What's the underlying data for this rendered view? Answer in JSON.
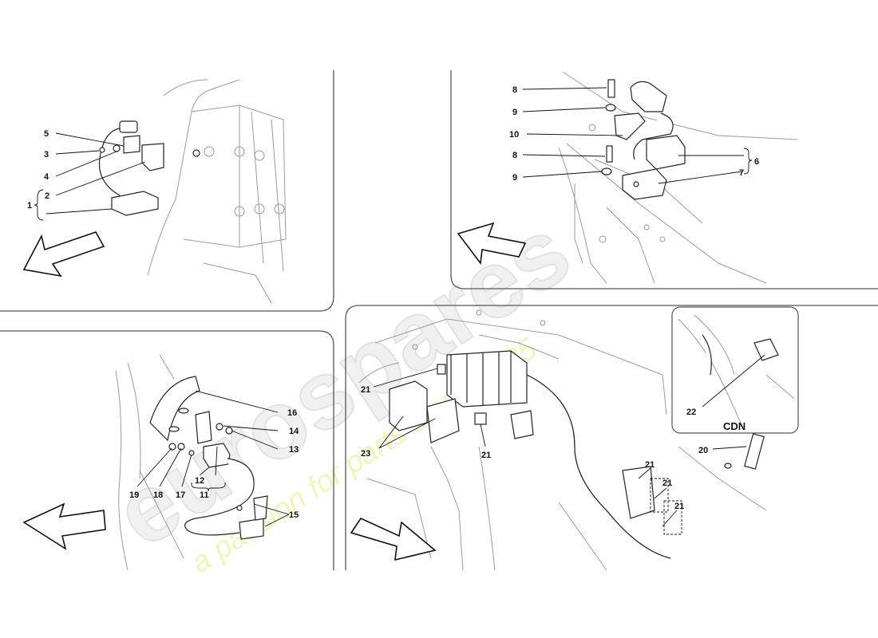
{
  "watermark": {
    "brand": "eurospares",
    "slogan": "a passion for parts since 1985"
  },
  "panels": {
    "top_left": {
      "callouts": [
        "5",
        "3",
        "4",
        "2",
        "1"
      ]
    },
    "top_right": {
      "callouts": [
        "8",
        "9",
        "10",
        "8",
        "9",
        "6",
        "7"
      ]
    },
    "bottom_left": {
      "callouts": [
        "16",
        "14",
        "13",
        "19",
        "18",
        "17",
        "12",
        "11",
        "15"
      ]
    },
    "bottom_right": {
      "callouts": [
        "21",
        "23",
        "21",
        "21",
        "21",
        "21",
        "20",
        "22"
      ],
      "inset_label": "CDN"
    }
  }
}
